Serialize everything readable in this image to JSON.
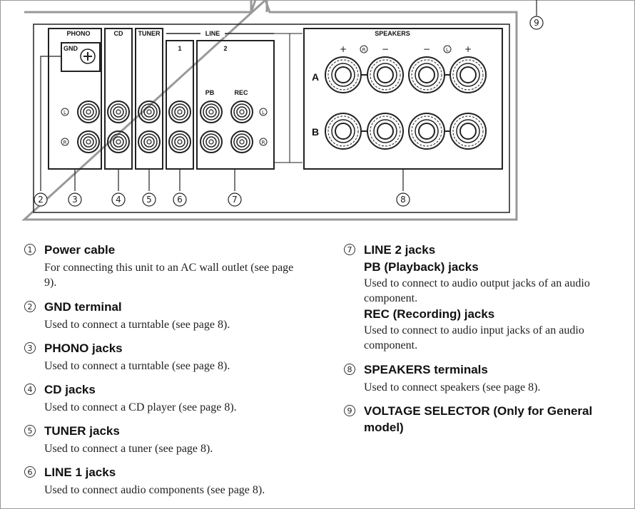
{
  "panel": {
    "labels": {
      "phono": "PHONO",
      "gnd": "GND",
      "cd": "CD",
      "tuner": "TUNER",
      "line": "LINE",
      "line1": "1",
      "line2": "2",
      "pb": "PB",
      "rec": "REC",
      "speakers": "SPEAKERS",
      "row_a": "A",
      "row_b": "B",
      "plus": "+",
      "minus": "−"
    },
    "callouts": [
      "2",
      "3",
      "4",
      "5",
      "6",
      "7",
      "8",
      "9"
    ]
  },
  "items": [
    {
      "num": "1",
      "title": "Power cable",
      "desc": "For connecting this unit to an AC wall outlet (see page 9)."
    },
    {
      "num": "2",
      "title": "GND terminal",
      "desc": "Used to connect a turntable (see page 8)."
    },
    {
      "num": "3",
      "title": "PHONO jacks",
      "desc": "Used to connect a turntable (see page 8)."
    },
    {
      "num": "4",
      "title": "CD jacks",
      "desc": "Used to connect a CD player (see page 8)."
    },
    {
      "num": "5",
      "title": "TUNER jacks",
      "desc": "Used to connect a tuner (see page 8)."
    },
    {
      "num": "6",
      "title": "LINE 1 jacks",
      "desc": "Used to connect audio components (see page 8)."
    },
    {
      "num": "7",
      "title": "LINE 2 jacks",
      "sub1": "PB (Playback) jacks",
      "desc1": "Used to connect to audio output jacks of an audio component.",
      "sub2": "REC (Recording) jacks",
      "desc2": "Used to connect to audio input jacks of an audio component."
    },
    {
      "num": "8",
      "title": "SPEAKERS terminals",
      "desc": "Used to connect speakers (see page 8)."
    },
    {
      "num": "9",
      "title": "VOLTAGE SELECTOR (Only for General",
      "title2": "model)"
    }
  ]
}
